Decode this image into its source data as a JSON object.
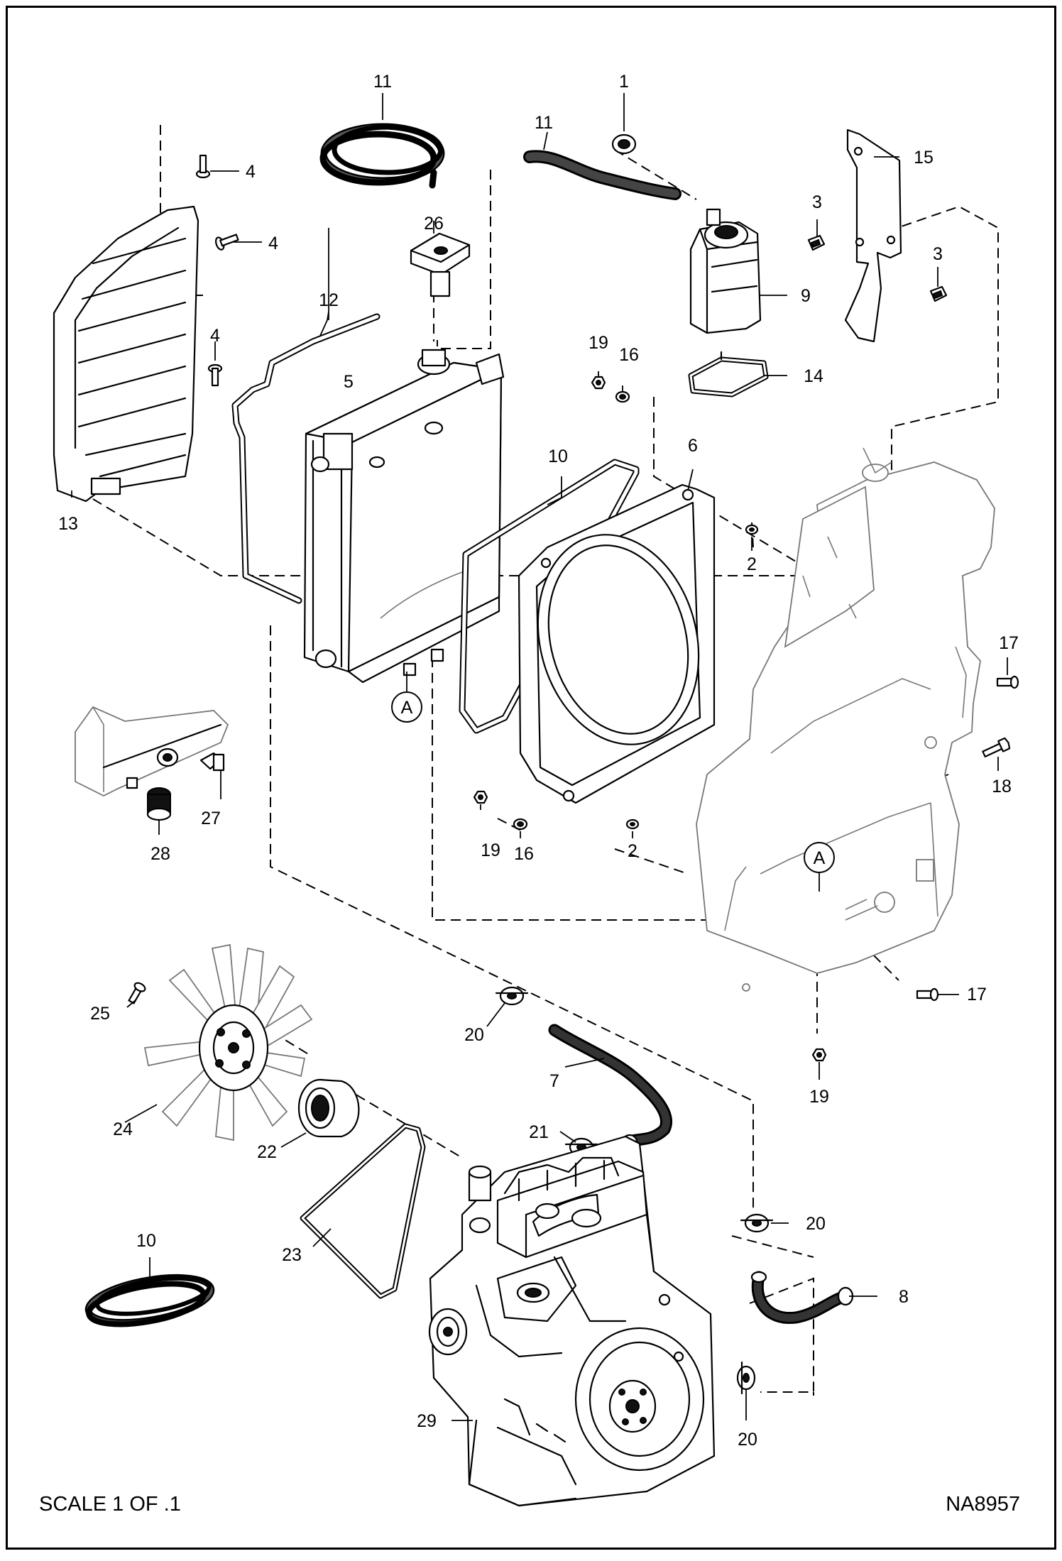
{
  "callouts": [
    {
      "key": "c1",
      "text": "1"
    },
    {
      "key": "c2a",
      "text": "2"
    },
    {
      "key": "c2b",
      "text": "2"
    },
    {
      "key": "c3a",
      "text": "3"
    },
    {
      "key": "c3b",
      "text": "3"
    },
    {
      "key": "c4a",
      "text": "4"
    },
    {
      "key": "c4b",
      "text": "4"
    },
    {
      "key": "c4c",
      "text": "4"
    },
    {
      "key": "c5",
      "text": "5"
    },
    {
      "key": "c6",
      "text": "6"
    },
    {
      "key": "c7",
      "text": "7"
    },
    {
      "key": "c8",
      "text": "8"
    },
    {
      "key": "c9",
      "text": "9"
    },
    {
      "key": "c10a",
      "text": "10"
    },
    {
      "key": "c10b",
      "text": "10"
    },
    {
      "key": "c11a",
      "text": "11"
    },
    {
      "key": "c11b",
      "text": "11"
    },
    {
      "key": "c12",
      "text": "12"
    },
    {
      "key": "c13",
      "text": "13"
    },
    {
      "key": "c14",
      "text": "14"
    },
    {
      "key": "c15",
      "text": "15"
    },
    {
      "key": "c16a",
      "text": "16"
    },
    {
      "key": "c16b",
      "text": "16"
    },
    {
      "key": "c17a",
      "text": "17"
    },
    {
      "key": "c17b",
      "text": "17"
    },
    {
      "key": "c18",
      "text": "18"
    },
    {
      "key": "c19a",
      "text": "19"
    },
    {
      "key": "c19b",
      "text": "19"
    },
    {
      "key": "c19c",
      "text": "19"
    },
    {
      "key": "c20a",
      "text": "20"
    },
    {
      "key": "c20b",
      "text": "20"
    },
    {
      "key": "c20c",
      "text": "20"
    },
    {
      "key": "c21",
      "text": "21"
    },
    {
      "key": "c22",
      "text": "22"
    },
    {
      "key": "c23",
      "text": "23"
    },
    {
      "key": "c24",
      "text": "24"
    },
    {
      "key": "c25",
      "text": "25"
    },
    {
      "key": "c26",
      "text": "26"
    },
    {
      "key": "c27",
      "text": "27"
    },
    {
      "key": "c28",
      "text": "28"
    },
    {
      "key": "c29",
      "text": "29"
    }
  ],
  "reference_markers": [
    {
      "key": "refA1",
      "text": "A"
    },
    {
      "key": "refA2",
      "text": "A"
    }
  ],
  "footer": {
    "scale": "SCALE 1 OF .1",
    "drawing_id": "NA8957"
  }
}
